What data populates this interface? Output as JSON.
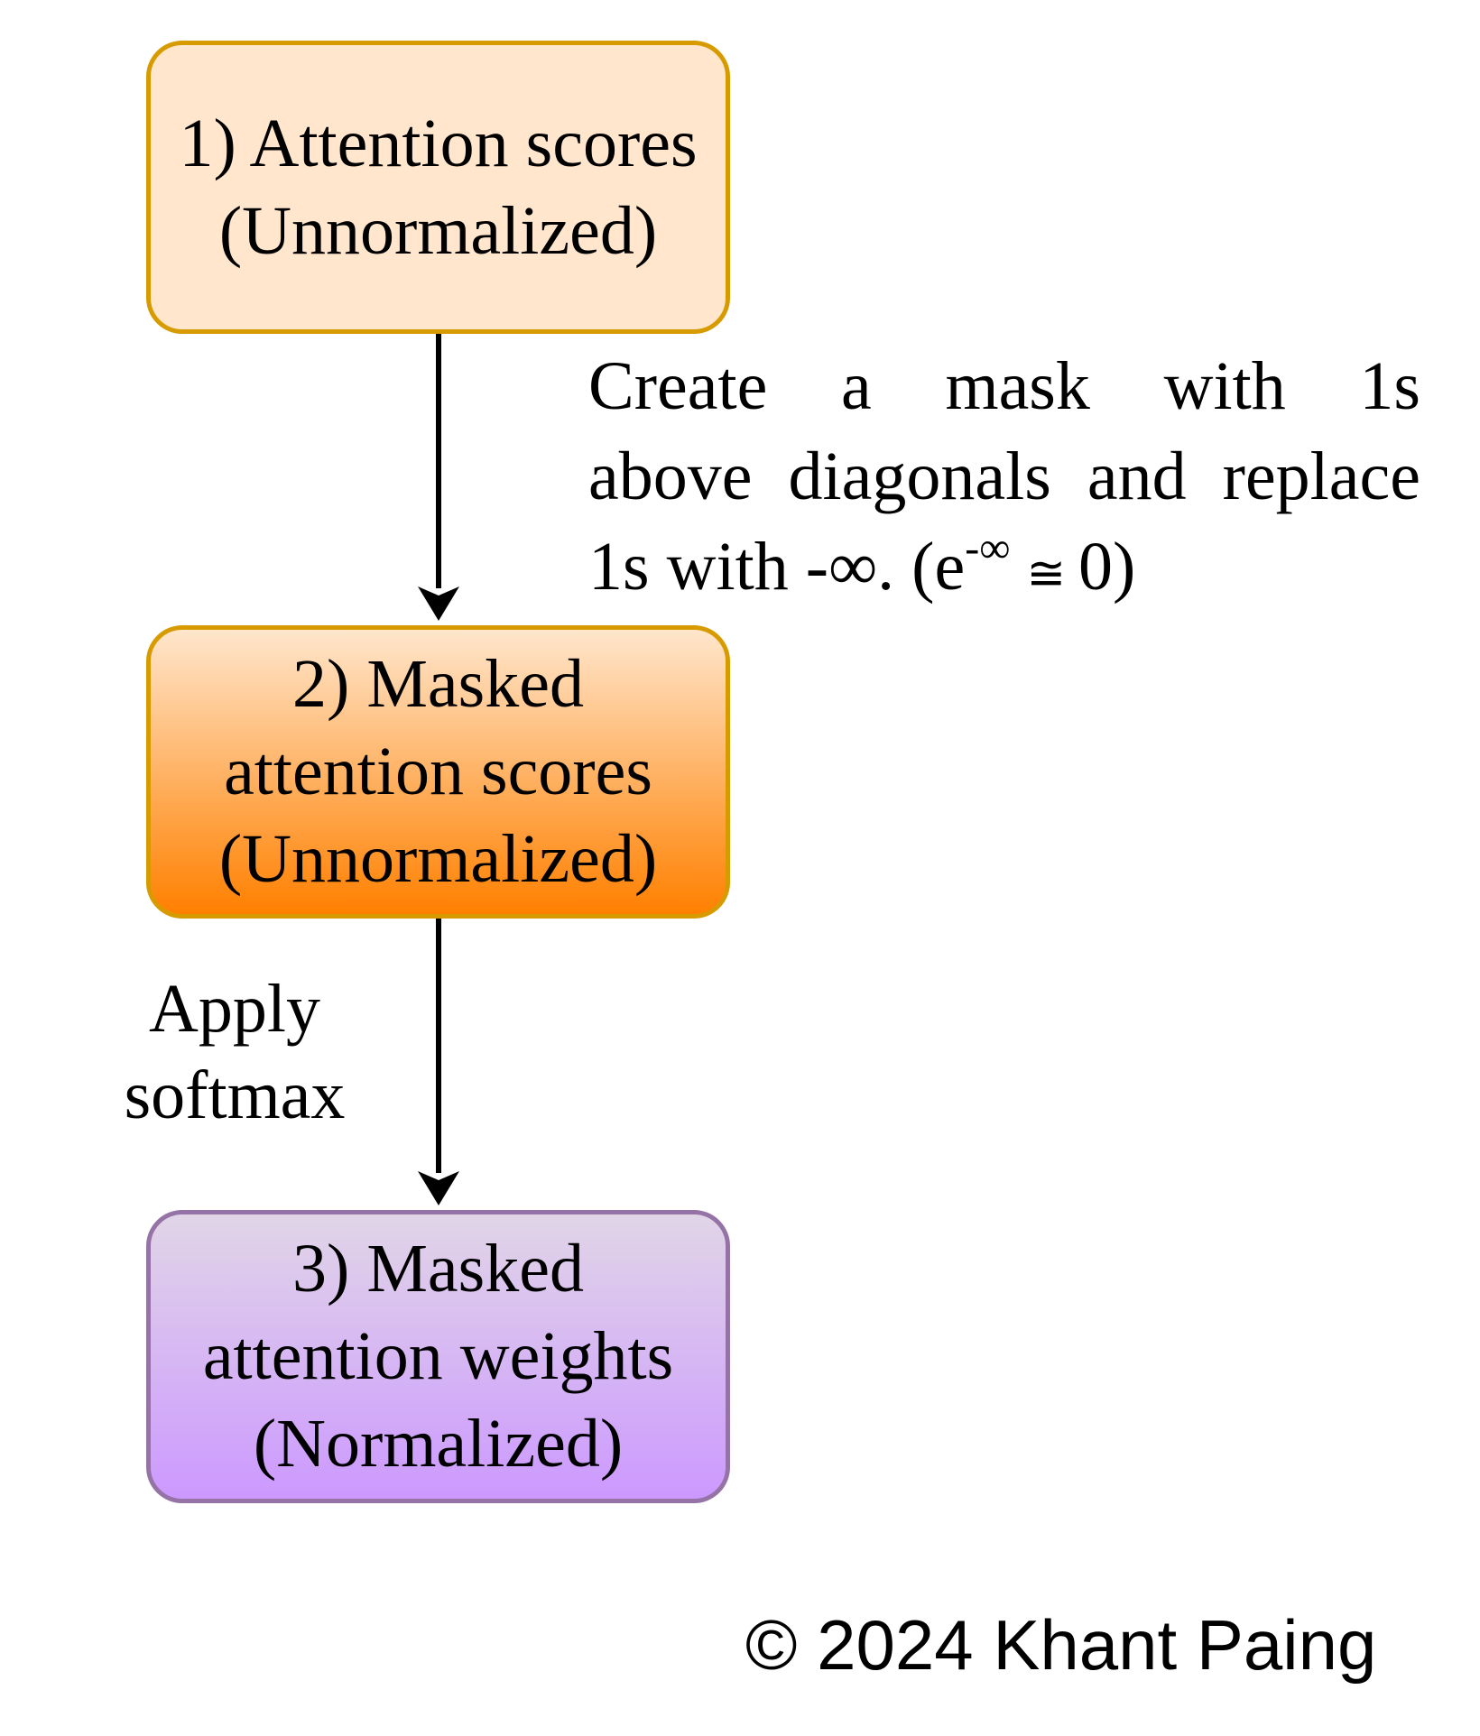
{
  "nodes": [
    {
      "lines": [
        "1) Attention scores",
        "(Unnormalized)"
      ],
      "fill": "#ffe6cc",
      "stroke": "#d79b00"
    },
    {
      "lines": [
        "2) Masked",
        "attention scores",
        "(Unnormalized)"
      ],
      "fill_top": "#ffe6cc",
      "fill_bottom": "#ff8000",
      "stroke": "#d79b00"
    },
    {
      "lines": [
        "3) Masked",
        "attention weights",
        "(Normalized)"
      ],
      "fill_top": "#e1d5e7",
      "fill_bottom": "#cc99ff",
      "stroke": "#9673a6"
    }
  ],
  "edges": {
    "mask": {
      "line1": "Create a mask with 1s",
      "line2": "above diagonals and replace",
      "line3_prefix": "1s with -∞. (e",
      "line3_sup": "-∞",
      "line3_approx": "≅",
      "line3_suffix": "0)"
    },
    "softmax": {
      "line1": "Apply",
      "line2": "softmax"
    }
  },
  "footer": {
    "copyright": "© 2024 Khant Paing"
  }
}
